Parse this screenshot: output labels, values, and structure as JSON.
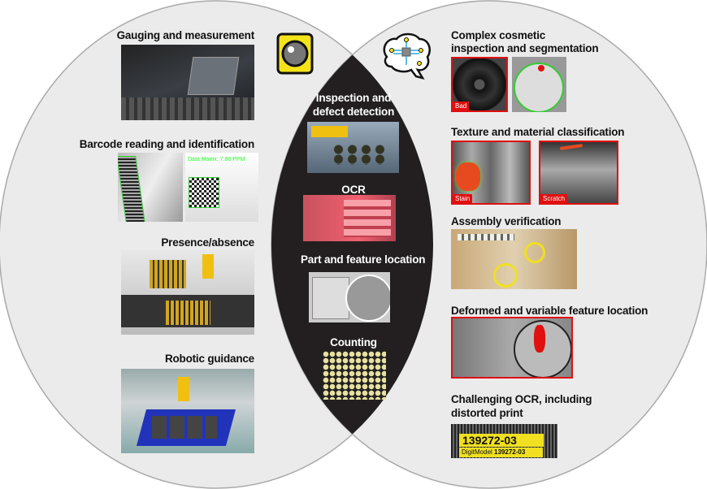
{
  "left_set": {
    "items": [
      {
        "title": "Gauging and measurement"
      },
      {
        "title": "Barcode reading and identification",
        "image_text": "Data Matrix: 7.86 PPM"
      },
      {
        "title": "Presence/absence"
      },
      {
        "title": "Robotic guidance"
      }
    ],
    "icon": "machine-vision-camera-icon"
  },
  "intersection": {
    "items": [
      {
        "title": "Inspection and defect detection"
      },
      {
        "title": "OCR"
      },
      {
        "title": "Part and feature location"
      },
      {
        "title": "Counting"
      }
    ]
  },
  "right_set": {
    "icon": "deep-learning-brain-icon",
    "items": [
      {
        "title_line1": "Complex cosmetic",
        "title_line2": "inspection and segmentation",
        "image_labels": [
          "Bad"
        ]
      },
      {
        "title": "Texture and material classification",
        "image_labels": [
          "Stain",
          "Scratch"
        ]
      },
      {
        "title": "Assembly verification"
      },
      {
        "title": "Deformed and variable feature location"
      },
      {
        "title_line1": "Challenging OCR, including",
        "title_line2": "distorted print",
        "image_text": "139272-03",
        "image_caption": "DigitModel",
        "image_caption_value": "139272-03"
      }
    ]
  },
  "colors": {
    "circle_fill": "#ebebeb",
    "intersection": "#231f20",
    "highlight": "#e01010",
    "camera_yellow": "#f5e31a"
  }
}
